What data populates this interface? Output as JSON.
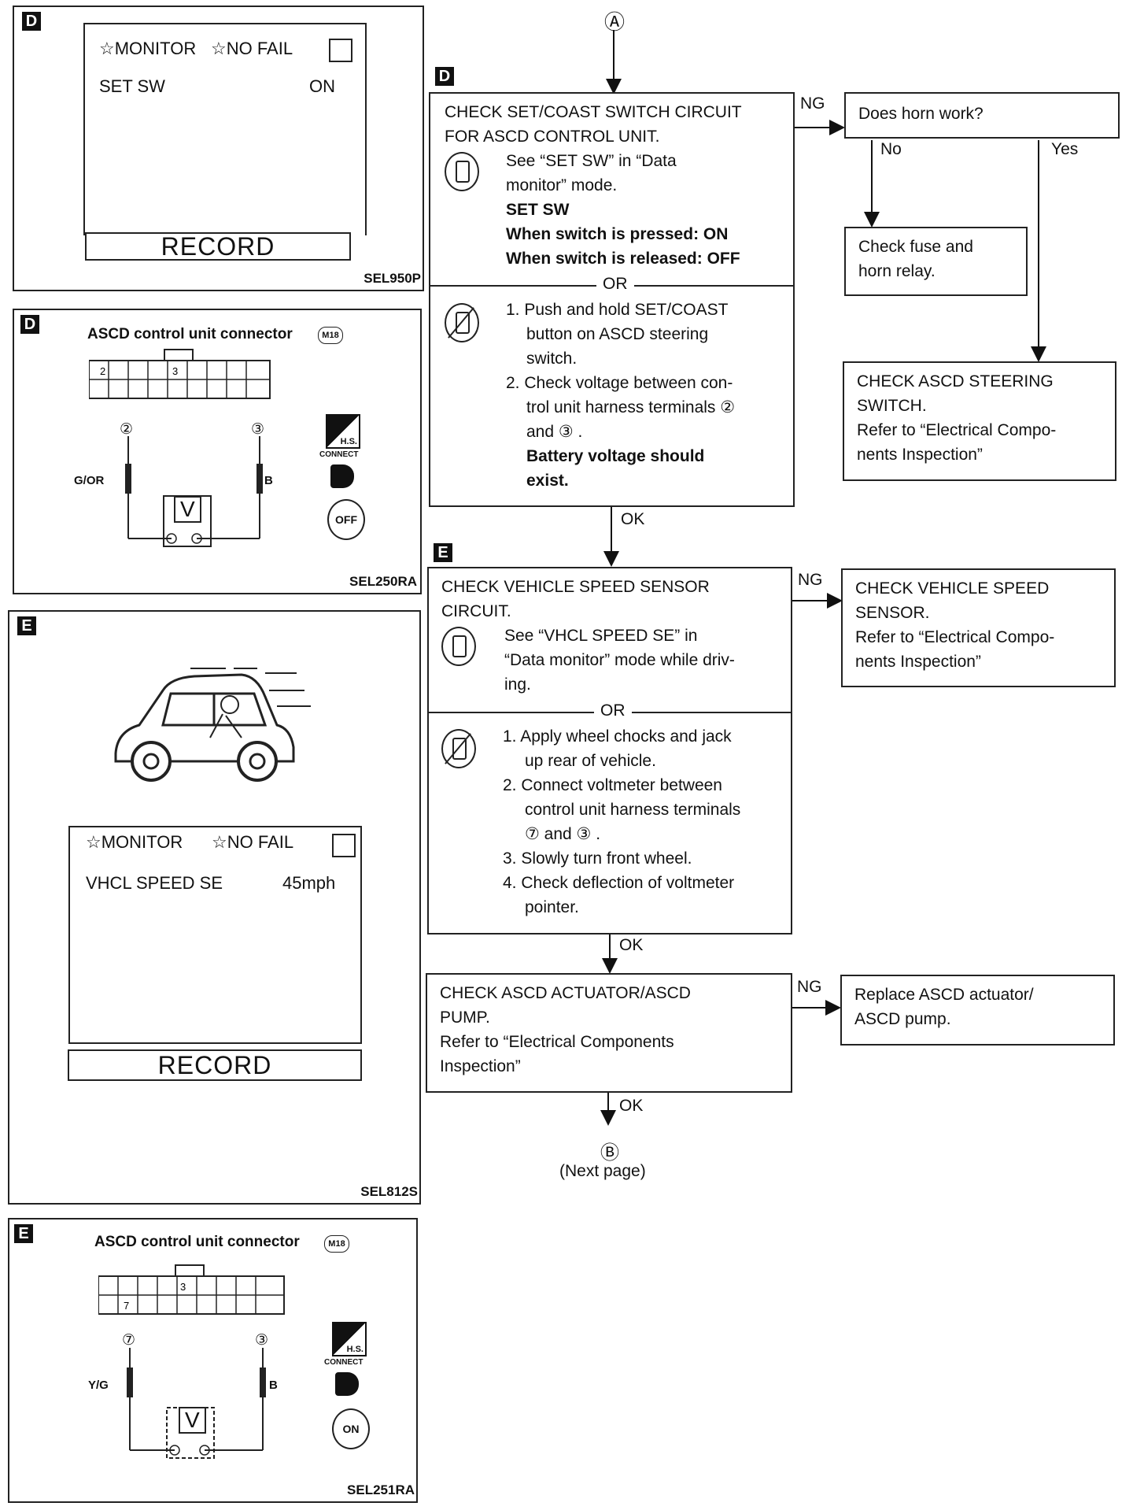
{
  "connector": {
    "A": "Ⓐ",
    "B": "Ⓑ",
    "next_page": "(Next page)"
  },
  "panels": {
    "p1": {
      "tag": "D",
      "monitor": "☆MONITOR",
      "no_fail": "☆NO FAIL",
      "item": "SET SW",
      "value": "ON",
      "record": "RECORD",
      "code": "SEL950P"
    },
    "p2": {
      "tag": "D",
      "title": "ASCD control unit connector",
      "conn_id": "M18",
      "pin_a": "2",
      "pin_b": "3",
      "term_a": "②",
      "term_b": "③",
      "wire_a": "G/OR",
      "wire_b": "B",
      "meter": "V",
      "hs": "H.S.",
      "connect": "CONNECT",
      "key": "OFF",
      "code": "SEL250RA"
    },
    "p3": {
      "tag": "E",
      "monitor": "☆MONITOR",
      "no_fail": "☆NO FAIL",
      "item": "VHCL SPEED SE",
      "value": "45mph",
      "record": "RECORD",
      "code": "SEL812S"
    },
    "p4": {
      "tag": "E",
      "title": "ASCD control unit connector",
      "conn_id": "M18",
      "pin_a": "3",
      "pin_b": "7",
      "term_a": "⑦",
      "term_b": "③",
      "wire_a": "Y/G",
      "wire_b": "B",
      "meter": "V",
      "hs": "H.S.",
      "connect": "CONNECT",
      "key": "ON",
      "code": "SEL251RA"
    }
  },
  "flow": {
    "tag_d": "D",
    "tag_e": "E",
    "step1": {
      "l1": "CHECK SET/COAST SWITCH CIRCUIT",
      "l2": "FOR ASCD CONTROL UNIT.",
      "l3": "See “SET SW” in “Data",
      "l4": "monitor” mode.",
      "l5": "SET SW",
      "l6": "When switch is pressed: ON",
      "l7": "When switch is released: OFF",
      "or": "OR",
      "m1": "1. Push and hold SET/COAST",
      "m2": "button on ASCD steering",
      "m3": "switch.",
      "m4": "2. Check voltage between con-",
      "m5": "trol unit harness terminals ②",
      "m6": "and ③ .",
      "m7": "Battery voltage should",
      "m8": "exist."
    },
    "horn": {
      "q": "Does horn work?",
      "no": "No",
      "yes": "Yes",
      "fuse1": "Check fuse and",
      "fuse2": "horn relay."
    },
    "steer": {
      "l1": "CHECK ASCD STEERING",
      "l2": "SWITCH.",
      "l3": "Refer to “Electrical Compo-",
      "l4": "nents Inspection”"
    },
    "step2": {
      "l1": "CHECK VEHICLE SPEED SENSOR",
      "l2": "CIRCUIT.",
      "l3": "See “VHCL SPEED SE” in",
      "l4": "“Data monitor” mode while driv-",
      "l5": "ing.",
      "or": "OR",
      "m1": "1. Apply wheel chocks and jack",
      "m2": "up rear of vehicle.",
      "m3": "2. Connect voltmeter between",
      "m4": "control unit harness terminals",
      "m5": "⑦  and ③ .",
      "m6": "3. Slowly turn front wheel.",
      "m7": "4. Check deflection of voltmeter",
      "m8": "pointer."
    },
    "vss": {
      "l1": "CHECK VEHICLE SPEED",
      "l2": "SENSOR.",
      "l3": "Refer to “Electrical Compo-",
      "l4": "nents Inspection”"
    },
    "step3": {
      "l1": "CHECK ASCD ACTUATOR/ASCD",
      "l2": "PUMP.",
      "l3": "Refer to “Electrical Components",
      "l4": "Inspection”"
    },
    "replace": {
      "l1": "Replace ASCD actuator/",
      "l2": "ASCD pump."
    },
    "ng": "NG",
    "ok": "OK"
  }
}
